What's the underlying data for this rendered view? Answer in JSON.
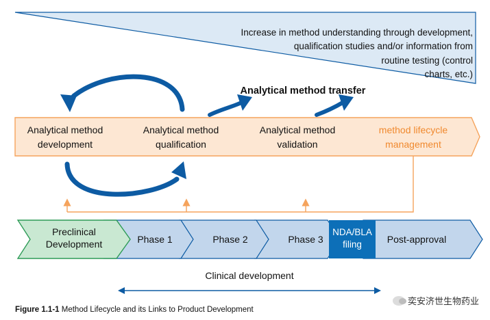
{
  "wedge_text": [
    "Increase in method understanding through development,",
    "qualification studies and/or information from",
    "routine testing (control",
    "charts, etc.)"
  ],
  "transfer_label": "Analytical method transfer",
  "lifecycle": [
    {
      "line1": "Analytical method",
      "line2": "development"
    },
    {
      "line1": "Analytical method",
      "line2": "qualification"
    },
    {
      "line1": "Analytical method",
      "line2": "validation"
    },
    {
      "line1": "method lifecycle",
      "line2": "management"
    }
  ],
  "phases": {
    "preclinical": {
      "line1": "Preclinical",
      "line2": "Development"
    },
    "phase1": "Phase 1",
    "phase2": "Phase 2",
    "phase3": "Phase 3",
    "nda": {
      "line1": "NDA/BLA",
      "line2": "filing"
    },
    "post": "Post-approval"
  },
  "clinical_label": "Clinical development",
  "caption": {
    "prefix": "Figure 1.1-1",
    "text": " Method Lifecycle and its Links to Product Development"
  },
  "watermark": "奕安济世生物药业",
  "colors": {
    "wedge_fill": "#dce9f5",
    "lifecycle_fill": "#fde7d3",
    "lifecycle_stroke": "#f5a35c",
    "orange_text": "#f0892e",
    "phase_fill": "#c2d6ec",
    "preclinical_fill": "#c9e8d2",
    "preclinical_stroke": "#2e9b57",
    "nda_fill": "#0d6fb8",
    "arrow_blue": "#0d5ba3"
  }
}
